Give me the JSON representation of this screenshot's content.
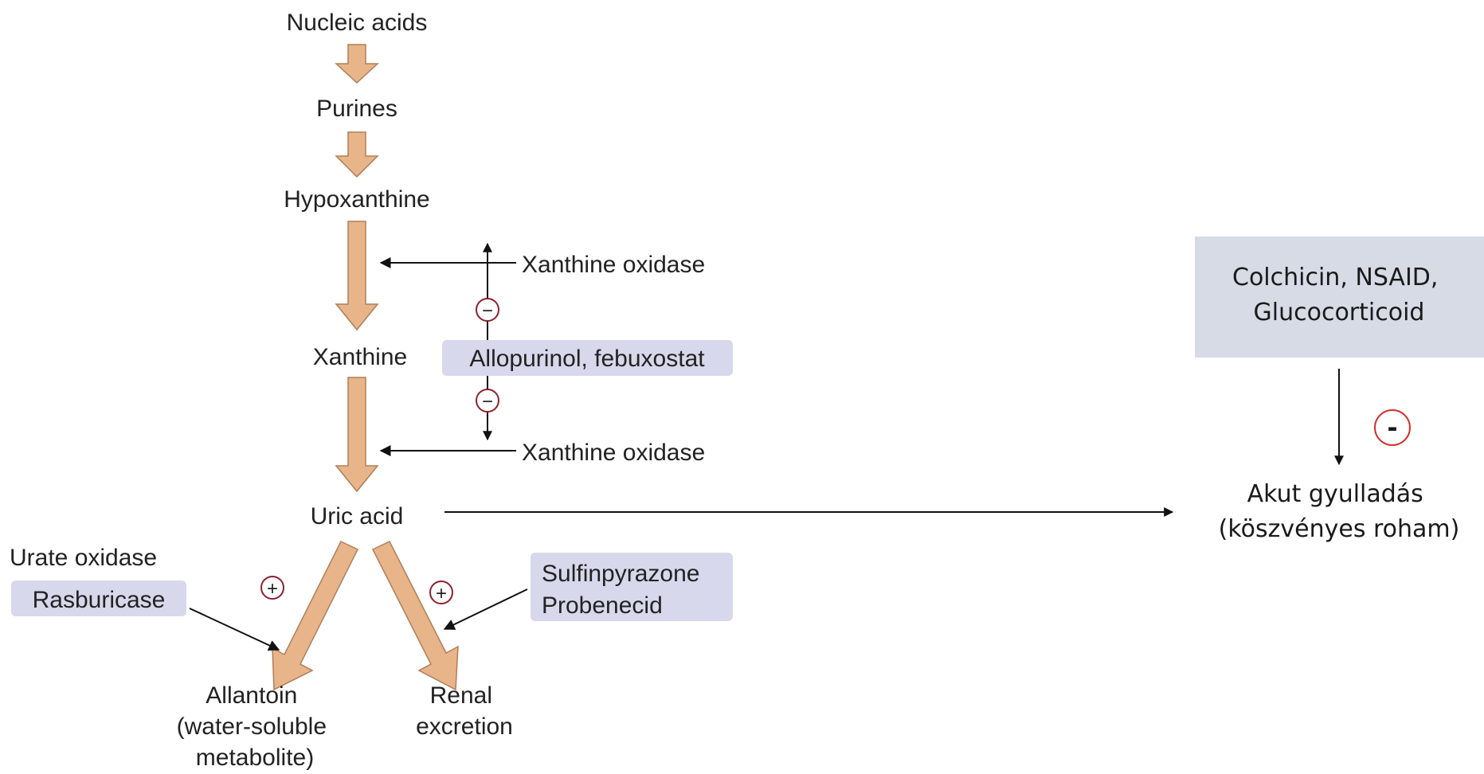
{
  "left_diagram": {
    "nucleic_acids": "Nucleic acids",
    "purines": "Purines",
    "hypoxanthine": "Hypoxanthine",
    "xanthine": "Xanthine",
    "uric_acid": "Uric acid",
    "xanthine_oxidase_1": "Xanthine oxidase",
    "xanthine_oxidase_2": "Xanthine oxidase",
    "allopurinol": "Allopurinol, febuxostat",
    "urate_oxidase": "Urate oxidase",
    "rasburicase": "Rasburicase",
    "sulfinpyrazone": "Sulfinpyrazone",
    "probenecid": "Probenecid",
    "allantoin_lines": [
      "Allantoin",
      "(water-soluble",
      "metabolite)"
    ],
    "renal_lines": [
      "Renal",
      "excretion"
    ],
    "inhibit_sign": "−",
    "enhance_sign": "+"
  },
  "right_diagram": {
    "drugs_lines": [
      "Colchicin, NSAID,",
      "Glucocorticoid"
    ],
    "inhibit_sign": "-",
    "outcome_lines": [
      "Akut gyulladás",
      "(köszvényes roham)"
    ]
  },
  "colors": {
    "arrow_fill": "#e8b48a",
    "arrow_stroke": "#b07e57",
    "drug_box_left": "#d8d8ec",
    "drug_box_right": "#d6dbe6",
    "sign_circle": "#c0392b"
  }
}
